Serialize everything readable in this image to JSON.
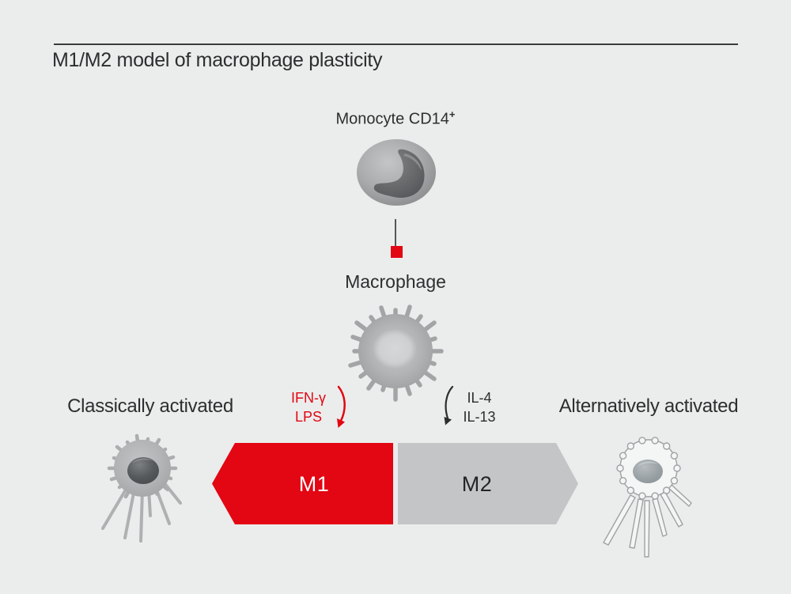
{
  "page": {
    "title": "M1/M2 model of macrophage plasticity"
  },
  "colors": {
    "background": "#ebedec",
    "accent_red": "#e30613",
    "arrow_grey": "#c3c5c7",
    "text_dark": "#2c2e2f",
    "cell_grey": "#a8aaac"
  },
  "nodes": {
    "monocyte": {
      "label": "Monocyte CD14",
      "superscript": "+"
    },
    "macrophage": {
      "label": "Macrophage"
    }
  },
  "pathways": {
    "m1": {
      "stimuli": [
        "IFN-γ",
        "LPS"
      ],
      "activation_label": "Classically activated",
      "arrow_label": "M1"
    },
    "m2": {
      "stimuli": [
        "IL-4",
        "IL-13"
      ],
      "activation_label": "Alternatively activated",
      "arrow_label": "M2"
    }
  }
}
